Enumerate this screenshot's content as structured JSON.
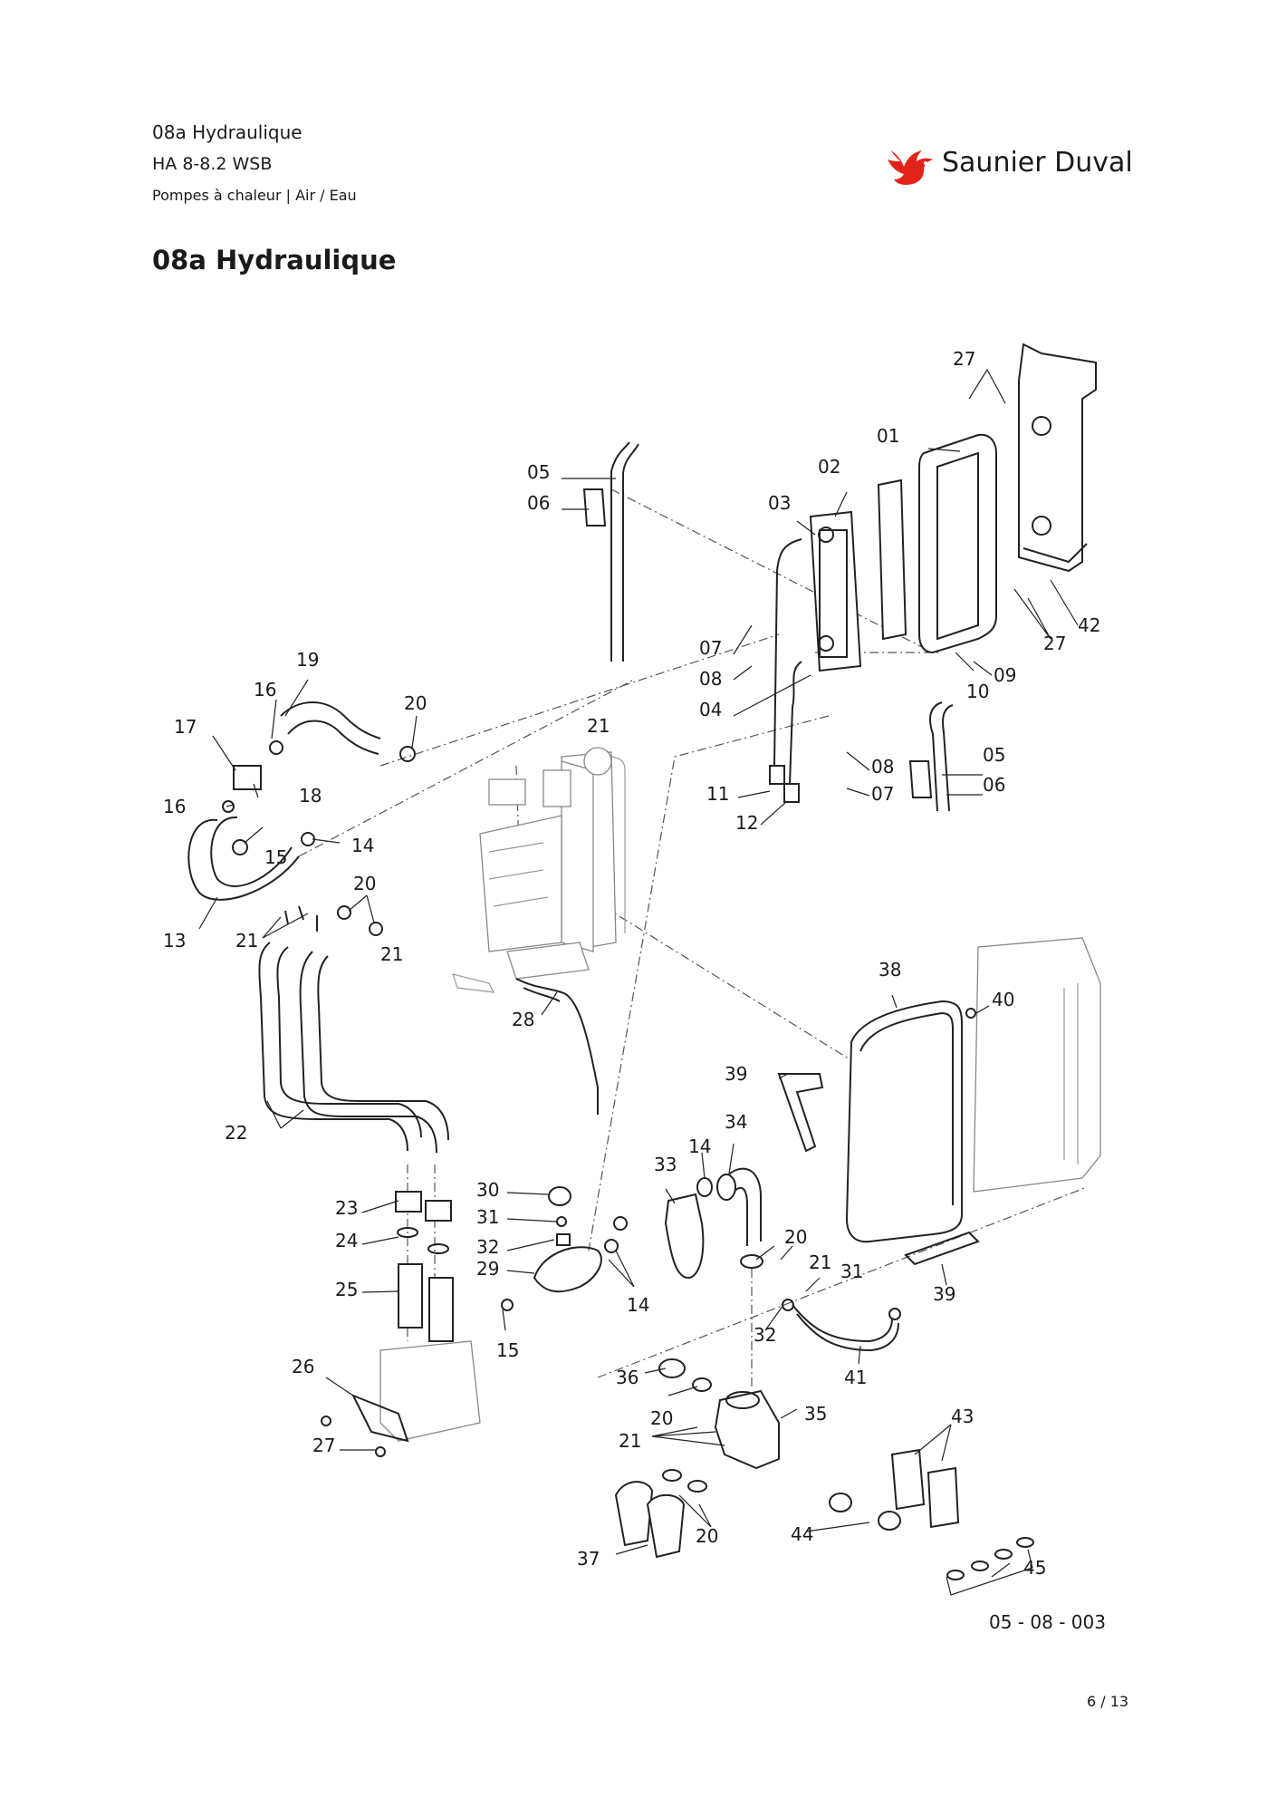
{
  "header": {
    "line1": "08a Hydraulique",
    "line2": "HA 8-8.2 WSB",
    "line3": "Pompes à chaleur | Air / Eau"
  },
  "brand": {
    "name": "Saunier Duval",
    "logo_icon": "bird-logo-icon",
    "color": "#e2231a"
  },
  "title": "08a Hydraulique",
  "diagram": {
    "labels": [
      "01",
      "02",
      "03",
      "04",
      "05",
      "05",
      "06",
      "06",
      "07",
      "07",
      "08",
      "08",
      "09",
      "10",
      "11",
      "12",
      "13",
      "14",
      "14",
      "14",
      "15",
      "15",
      "16",
      "16",
      "17",
      "18",
      "19",
      "20",
      "20",
      "20",
      "20",
      "20",
      "21",
      "21",
      "21",
      "21",
      "21",
      "22",
      "23",
      "24",
      "25",
      "26",
      "27",
      "27",
      "27",
      "28",
      "29",
      "30",
      "31",
      "31",
      "32",
      "32",
      "33",
      "34",
      "35",
      "36",
      "37",
      "38",
      "39",
      "39",
      "40",
      "41",
      "42",
      "43",
      "44",
      "45"
    ]
  },
  "drawing_code": "05 - 08 - 003",
  "page_number": "6 / 13"
}
